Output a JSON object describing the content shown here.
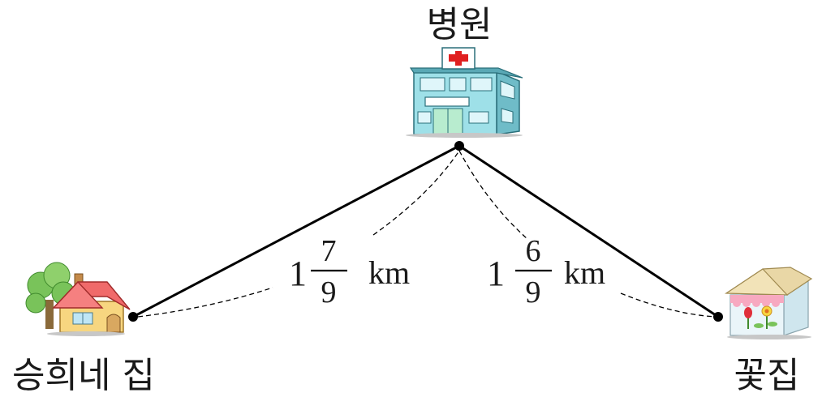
{
  "places": {
    "hospital": {
      "label": "병원",
      "icon": "hospital-building-icon"
    },
    "home": {
      "label": "승희네 집",
      "icon": "house-icon"
    },
    "flower_shop": {
      "label": "꽃집",
      "icon": "flower-shop-icon"
    }
  },
  "distances": {
    "home_to_hospital": {
      "whole": "1",
      "numerator": "7",
      "denominator": "9",
      "unit": "km"
    },
    "hospital_to_flower_shop": {
      "whole": "1",
      "numerator": "6",
      "denominator": "9",
      "unit": "km"
    }
  },
  "colors": {
    "line": "#000000",
    "hospital_wall": "#8fd3dc",
    "hospital_cross": "#e02020",
    "house_roof": "#f06a6a",
    "house_wall": "#f7d680",
    "tree": "#79c35a",
    "shop_roof": "#e9d7a6",
    "shop_awning": "#f7a9c0"
  }
}
